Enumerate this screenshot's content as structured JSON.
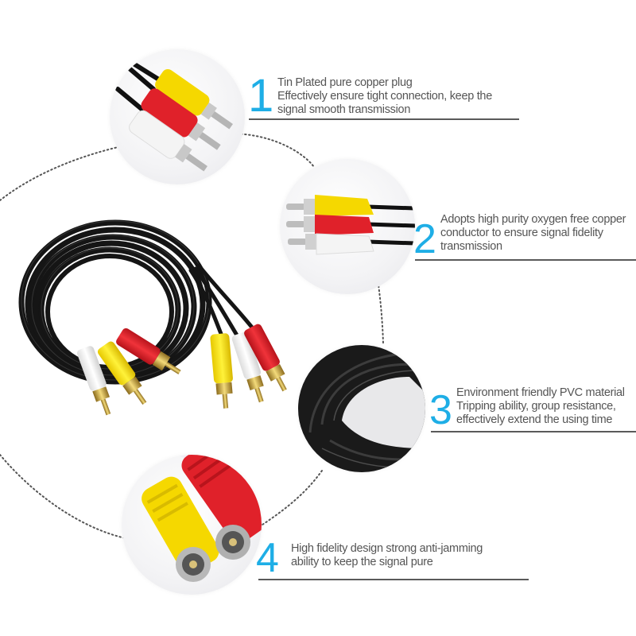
{
  "features": [
    {
      "number": "1",
      "lines": [
        "Tin Plated pure copper plug",
        "Effectively ensure tight connection, keep the",
        "signal smooth transmission"
      ],
      "image": "rca-plugs-closeup-angled"
    },
    {
      "number": "2",
      "lines": [
        "Adopts high purity oxygen free copper",
        "conductor to ensure signal fidelity",
        "transmission"
      ],
      "image": "rca-plugs-side-view"
    },
    {
      "number": "3",
      "lines": [
        "Environment friendly PVC material",
        "Tripping ability, group resistance,",
        "effectively extend the using time"
      ],
      "image": "black-cable-coil-closeup"
    },
    {
      "number": "4",
      "lines": [
        "High fidelity design strong anti-jamming",
        "ability to keep the signal pure"
      ],
      "image": "rca-plug-tips-closeup"
    }
  ],
  "main_image": "3rca-to-3rca-av-cable-coiled",
  "colors": {
    "accent_blue": "#1eaee6",
    "text_gray": "#555555",
    "line_gray": "#5a5a5a",
    "dots": "#555555",
    "plug_yellow": "#f5d800",
    "plug_red": "#e0212a",
    "plug_white": "#f4f4f4",
    "cable_black": "#161616",
    "gold": "#c9a23a"
  }
}
